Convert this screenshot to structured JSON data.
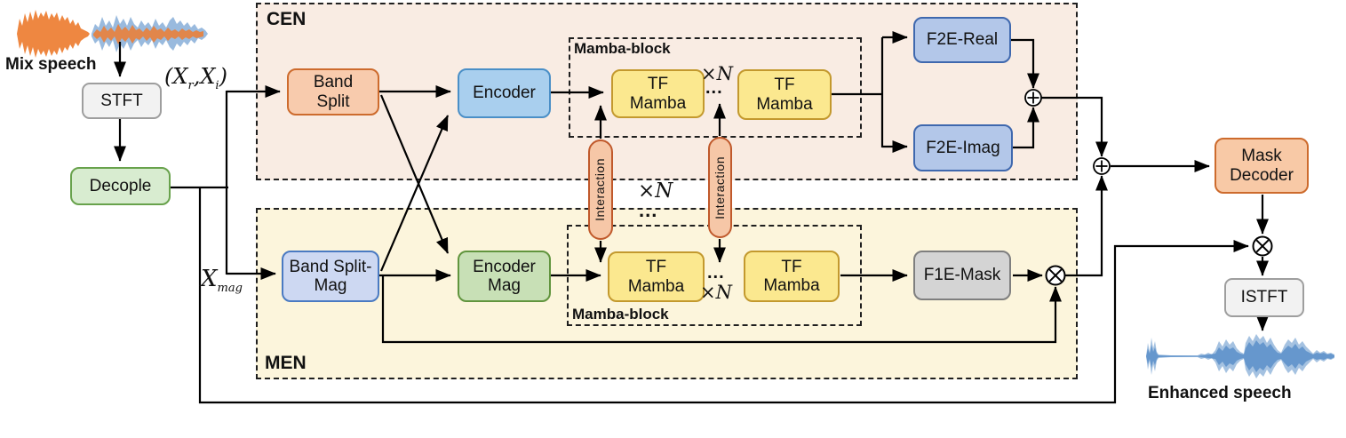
{
  "preprocess": {
    "mix_label": "Mix speech",
    "stft": "STFT",
    "decouple": "Decople"
  },
  "signals": {
    "complex": {
      "open": "(",
      "base1": "X",
      "sub1": "r",
      "comma": ",",
      "base2": "X",
      "sub2": "i",
      "close": ")"
    },
    "magnitude": {
      "base": "X",
      "sub": "mag"
    }
  },
  "cen": {
    "label": "CEN",
    "band_split": "Band Split",
    "encoder": "Encoder",
    "mamba": {
      "label": "Mamba-block",
      "tf_mamba_1": "TF Mamba",
      "repeat": "×N",
      "dots": "...",
      "tf_mamba_2": "TF Mamba"
    },
    "f2e_real": "F2E-Real",
    "f2e_imag": "F2E-Imag"
  },
  "men": {
    "label": "MEN",
    "band_split_mag": "Band Split-Mag",
    "encoder_mag": "Encoder Mag",
    "mamba": {
      "label": "Mamba-block",
      "tf_mamba_1": "TF Mamba",
      "dots": "...",
      "repeat": "×N",
      "tf_mamba_2": "TF Mamba"
    },
    "f1e_mask": "F1E-Mask"
  },
  "interaction": {
    "label_1": "Interaction",
    "label_2": "Interaction",
    "repeat": "×N",
    "dots": "..."
  },
  "output": {
    "mask_decoder": "Mask Decoder",
    "istft": "ISTFT",
    "enhanced_label": "Enhanced speech"
  },
  "operators": {
    "add": "⊕",
    "multiply": "⊗"
  },
  "colors": {
    "cen_bg": "#f9ece3",
    "men_bg": "#fcf5dc",
    "stft_fill": "#f2f2f2",
    "stft_border": "#9e9e9e",
    "decouple_fill": "#d8ecd0",
    "decouple_border": "#68a24c",
    "band_split_fill": "#f8cbad",
    "band_split_border": "#cd6b2d",
    "encoder_fill": "#a9cfee",
    "encoder_border": "#4a8fc7",
    "band_split_mag_fill": "#cdd8f2",
    "band_split_mag_border": "#4a7ac2",
    "encoder_mag_fill": "#c8e0b6",
    "encoder_mag_border": "#61953e",
    "tf_mamba_fill": "#fbe88f",
    "tf_mamba_border": "#c3992e",
    "interaction_fill": "#f6c7a7",
    "interaction_border": "#c0592b",
    "f2e_fill": "#b3c7e9",
    "f2e_border": "#3f68ae",
    "f1e_fill": "#d4d4d4",
    "f1e_border": "#7f7f7f",
    "mask_decoder_fill": "#f8c9a6",
    "mask_decoder_border": "#cd6b2d",
    "wave_orange": "#ed7d31",
    "wave_blue": "#5b8fc9",
    "line": "#000000"
  }
}
